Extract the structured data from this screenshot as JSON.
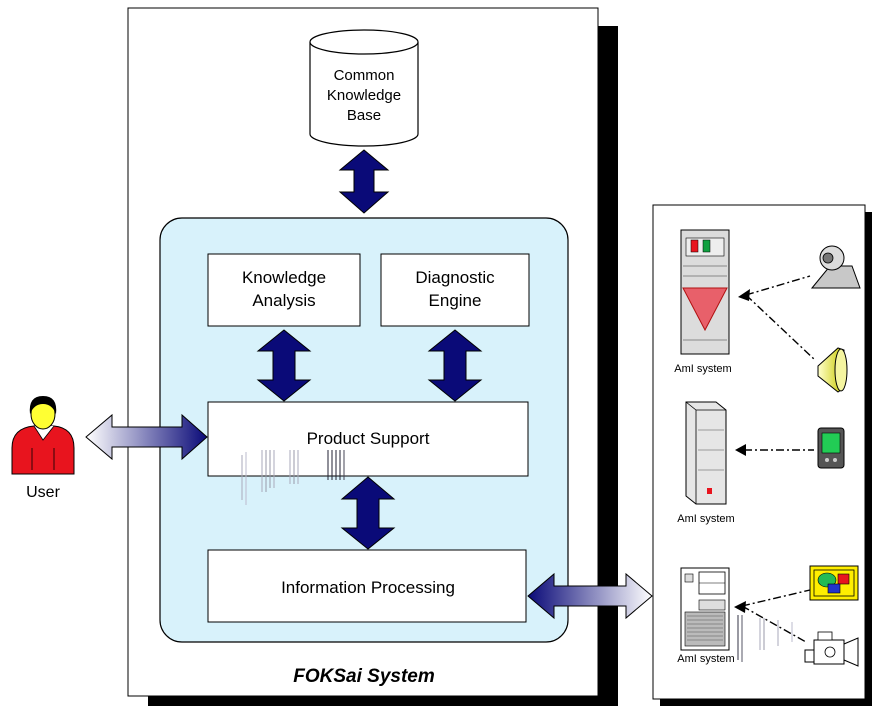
{
  "title": "FOKSai System",
  "database": {
    "lines": [
      "Common",
      "Knowledge",
      "Base"
    ]
  },
  "modules": {
    "knowledge_analysis": {
      "lines": [
        "Knowledge",
        "Analysis"
      ]
    },
    "diagnostic_engine": {
      "lines": [
        "Diagnostic",
        "Engine"
      ]
    },
    "product_support": {
      "label": "Product Support"
    },
    "information_processing": {
      "label": "Information Processing"
    }
  },
  "user": {
    "label": "User"
  },
  "ami_systems": [
    {
      "label": "AmI system",
      "devices": [
        "webcam-icon",
        "speaker-icon"
      ]
    },
    {
      "label": "AmI system",
      "devices": [
        "pda-icon"
      ]
    },
    {
      "label": "AmI system",
      "devices": [
        "display-icon",
        "camcorder-icon"
      ]
    }
  ],
  "colors": {
    "arrow_navy": "#0a0a78",
    "container_fill": "#d8f2fb",
    "user_body": "#e8141e",
    "user_face": "#ffff33",
    "shadow": "#000000"
  }
}
